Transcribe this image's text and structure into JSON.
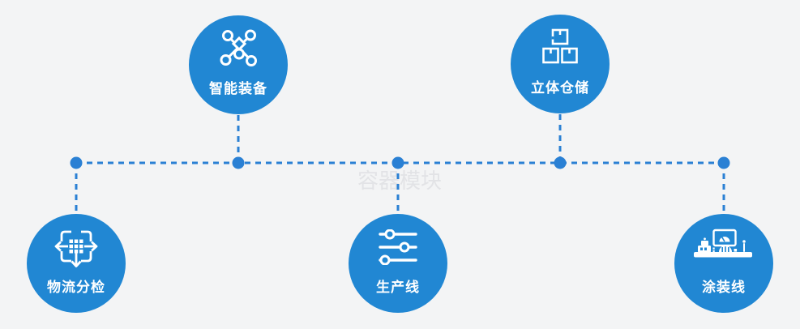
{
  "page": {
    "watermark": "容器模块",
    "background_color": "#f3f4f5"
  },
  "colors": {
    "node_fill": "#2187d3",
    "connector_line": "#2a80d4",
    "connector_dot": "#2a80d4",
    "icon_color": "#ffffff",
    "label_color": "#ffffff",
    "watermark_color": "#e2e3e6"
  },
  "nodes": [
    {
      "id": "smart-equipment",
      "label": "智能装备",
      "icon": "network-nodes-icon",
      "position": "top-left"
    },
    {
      "id": "warehouse",
      "label": "立体仓储",
      "icon": "stacked-boxes-icon",
      "position": "top-right"
    },
    {
      "id": "logistics-sorting",
      "label": "物流分检",
      "icon": "sorting-grid-arrows-icon",
      "position": "bottom-left"
    },
    {
      "id": "production-line",
      "label": "生产线",
      "icon": "sliders-icon",
      "position": "bottom-center"
    },
    {
      "id": "painting-line",
      "label": "涂装线",
      "icon": "paint-station-icon",
      "position": "bottom-right"
    }
  ]
}
